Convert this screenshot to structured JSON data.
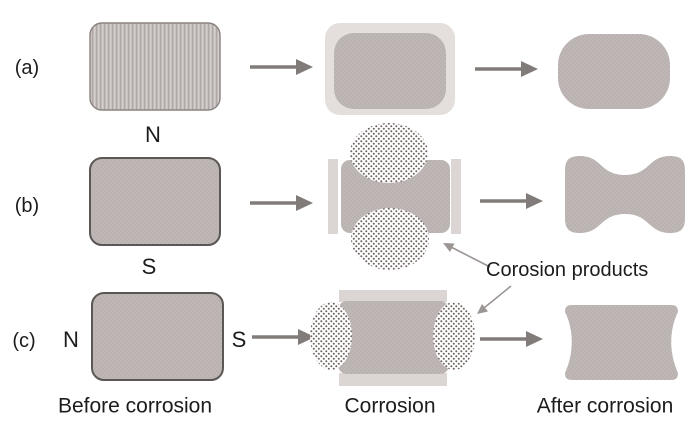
{
  "figure": {
    "rows": [
      {
        "label": "(a)"
      },
      {
        "label": "(b)",
        "pole_top": "N",
        "pole_bottom": "S"
      },
      {
        "label": "(c)",
        "pole_left": "N",
        "pole_right": "S"
      }
    ],
    "captions": {
      "before": "Before corrosion",
      "during": "Corrosion",
      "after": "After corrosion"
    },
    "annotation": "Corosion products",
    "colors": {
      "magnet_gray": "#b9b2b0",
      "magnet_hatch_light": "#d7d2d0",
      "corrosion_layer": "#e4dfdc",
      "side_layer": "#dbd6d3",
      "corrosion_product_dot": "#6e6260",
      "flow_arrow": "#817b79",
      "annotation_arrow": "#9b9593",
      "text": "#1c1c1c"
    }
  }
}
